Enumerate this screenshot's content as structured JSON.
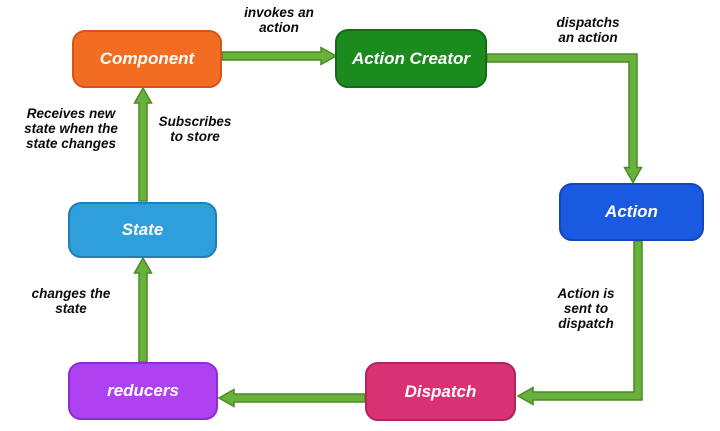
{
  "diagram": {
    "type": "flow-cycle",
    "background": "#ffffff"
  },
  "nodes": {
    "component": {
      "label": "Component",
      "color": "#F26D21",
      "border": "#D4541C"
    },
    "action_creator": {
      "label": "Action Creator",
      "color": "#1B8A1F",
      "border": "#146A17"
    },
    "action": {
      "label": "Action",
      "color": "#1A5AE0",
      "border": "#1446B8"
    },
    "dispatch": {
      "label": "Dispatch",
      "color": "#D93272",
      "border": "#B32259"
    },
    "reducers": {
      "label": "reducers",
      "color": "#AE42F0",
      "border": "#8F2BD1"
    },
    "state": {
      "label": "State",
      "color": "#2F9FDB",
      "border": "#1F7FB8"
    }
  },
  "edge_labels": {
    "invokes_an_action": "invokes an\naction",
    "dispatchs_an_action": "dispatchs\nan action",
    "action_sent": "Action is\nsent to\ndispatch",
    "changes_state": "changes the\nstate",
    "receives_new_state": "Receives new\nstate when the\nstate changes",
    "subscribes": "Subscribes\nto store"
  },
  "arrows": {
    "fill": "#68B13C",
    "stroke": "#4B8B22"
  },
  "text_color": "#0b0b0b"
}
